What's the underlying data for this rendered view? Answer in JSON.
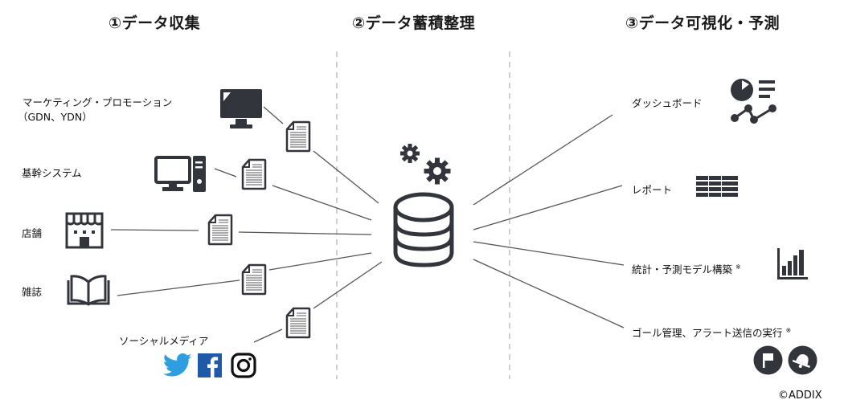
{
  "sections": [
    {
      "title": "①データ収集"
    },
    {
      "title": "②データ蓄積整理"
    },
    {
      "title": "③データ可視化・予測"
    }
  ],
  "sources": [
    {
      "label": "マーケティング・プロモーション",
      "sublabel": "（GDN、YDN）",
      "icon": "monitor-icon"
    },
    {
      "label": "基幹システム",
      "icon": "desktop-computer-icon"
    },
    {
      "label": "店舗",
      "icon": "store-icon"
    },
    {
      "label": "雑誌",
      "icon": "open-book-icon"
    },
    {
      "label": "ソーシャルメディア",
      "icons": [
        "twitter-icon",
        "facebook-icon",
        "instagram-icon"
      ]
    }
  ],
  "hub": {
    "icons": [
      "gears-icon",
      "database-icon"
    ]
  },
  "outputs": [
    {
      "label": "ダッシュボード",
      "note": "",
      "icon": "dashboard-icon"
    },
    {
      "label": "レポート",
      "note": "",
      "icon": "table-icon"
    },
    {
      "label": "統計・予測モデル構築",
      "note": "※",
      "icon": "bar-chart-icon"
    },
    {
      "label": "ゴール管理、アラート送信の実行",
      "note": "※",
      "icons": [
        "flag-icon",
        "bell-icon"
      ]
    }
  ],
  "colors": {
    "icon": "#33353d",
    "line": "#555555",
    "divider": "#cccccc",
    "twitter": "#2d9ee0",
    "facebook": "#1e5aa8"
  },
  "copyright": "©ADDIX"
}
